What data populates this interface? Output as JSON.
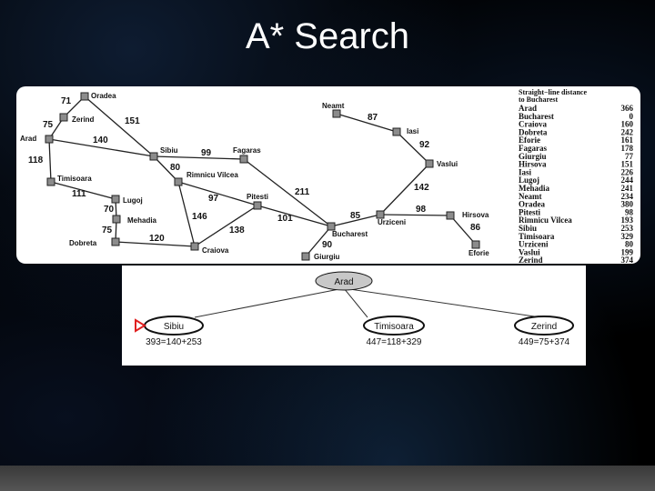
{
  "title": "A* Search",
  "map": {
    "cities": {
      "oradea": "Oradea",
      "zerind": "Zerind",
      "arad": "Arad",
      "timisoara": "Timisoara",
      "lugoj": "Lugoj",
      "mehadia": "Mehadia",
      "dobreta": "Dobreta",
      "craiova": "Craiova",
      "sibiu": "Sibiu",
      "fagaras": "Fagaras",
      "rimnicu": "Rimnicu Vilcea",
      "pitesti": "Pitesti",
      "bucharest": "Bucharest",
      "giurgiu": "Giurgiu",
      "urziceni": "Urziceni",
      "hirsova": "Hirsova",
      "eforie": "Eforie",
      "vaslui": "Vaslui",
      "iasi": "Iasi",
      "neamt": "Neamt"
    },
    "edges": {
      "oradea_zerind": "71",
      "oradea_sibiu": "151",
      "zerind_arad": "75",
      "arad_sibiu": "140",
      "arad_timisoara": "118",
      "timisoara_lugoj": "111",
      "lugoj_mehadia": "70",
      "mehadia_dobreta": "75",
      "dobreta_craiova": "120",
      "sibiu_fagaras": "99",
      "sibiu_rimnicu": "80",
      "rimnicu_pitesti": "97",
      "rimnicu_craiova": "146",
      "craiova_pitesti": "138",
      "fagaras_bucharest": "211",
      "pitesti_bucharest": "101",
      "bucharest_giurgiu": "90",
      "bucharest_urziceni": "85",
      "urziceni_hirsova": "98",
      "hirsova_eforie": "86",
      "urziceni_vaslui": "142",
      "vaslui_iasi": "92",
      "iasi_neamt": "87"
    }
  },
  "distance_table": {
    "heading_1": "Straight−line distance",
    "heading_2": "to Bucharest",
    "rows": [
      {
        "city": "Arad",
        "value": "366"
      },
      {
        "city": "Bucharest",
        "value": "0"
      },
      {
        "city": "Craiova",
        "value": "160"
      },
      {
        "city": "Dobreta",
        "value": "242"
      },
      {
        "city": "Eforie",
        "value": "161"
      },
      {
        "city": "Fagaras",
        "value": "178"
      },
      {
        "city": "Giurgiu",
        "value": "77"
      },
      {
        "city": "Hirsova",
        "value": "151"
      },
      {
        "city": "Iasi",
        "value": "226"
      },
      {
        "city": "Lugoj",
        "value": "244"
      },
      {
        "city": "Mehadia",
        "value": "241"
      },
      {
        "city": "Neamt",
        "value": "234"
      },
      {
        "city": "Oradea",
        "value": "380"
      },
      {
        "city": "Pitesti",
        "value": "98"
      },
      {
        "city": "Rimnicu Vilcea",
        "value": "193"
      },
      {
        "city": "Sibiu",
        "value": "253"
      },
      {
        "city": "Timisoara",
        "value": "329"
      },
      {
        "city": "Urziceni",
        "value": "80"
      },
      {
        "city": "Vaslui",
        "value": "199"
      },
      {
        "city": "Zerind",
        "value": "374"
      }
    ]
  },
  "search_tree": {
    "root": "Arad",
    "children": [
      {
        "label": "Sibiu",
        "score": "393=140+253"
      },
      {
        "label": "Timisoara",
        "score": "447=118+329"
      },
      {
        "label": "Zerind",
        "score": "449=75+374"
      }
    ]
  },
  "colors": {
    "marker": "#e02020",
    "root_fill": "#c8c8c8",
    "node_square": "#8c8c8c"
  }
}
